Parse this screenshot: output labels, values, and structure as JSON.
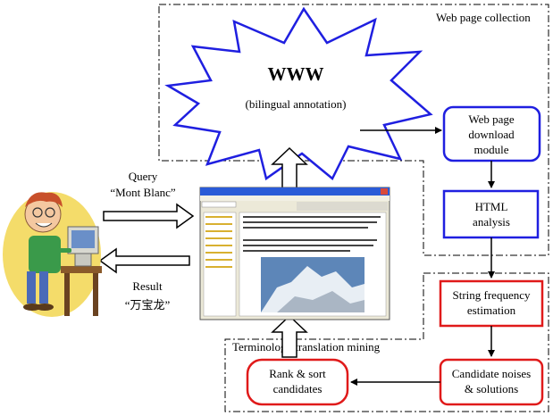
{
  "regions": {
    "web_collection": "Web page collection",
    "terminology_mining": "Terminology translation mining"
  },
  "www": {
    "title": "WWW",
    "subtitle": "(bilingual annotation)"
  },
  "query": {
    "label": "Query",
    "term": "“Mont Blanc”"
  },
  "result": {
    "label": "Result",
    "term": "“万宝龙”"
  },
  "boxes": {
    "download": [
      "Web page",
      "download",
      "module"
    ],
    "html_analysis": [
      "HTML",
      "analysis"
    ],
    "string_freq": [
      "String frequency",
      "estimation"
    ],
    "candidate_noise": [
      "Candidate noises",
      "& solutions"
    ],
    "rank_sort": [
      "Rank & sort",
      "candidates"
    ]
  },
  "colors": {
    "blue": "#1f1fe0",
    "red": "#e01a1a",
    "dash": "#000000"
  },
  "icons": {
    "user": "person-at-computer-icon",
    "browser": "browser-screenshot-icon"
  }
}
